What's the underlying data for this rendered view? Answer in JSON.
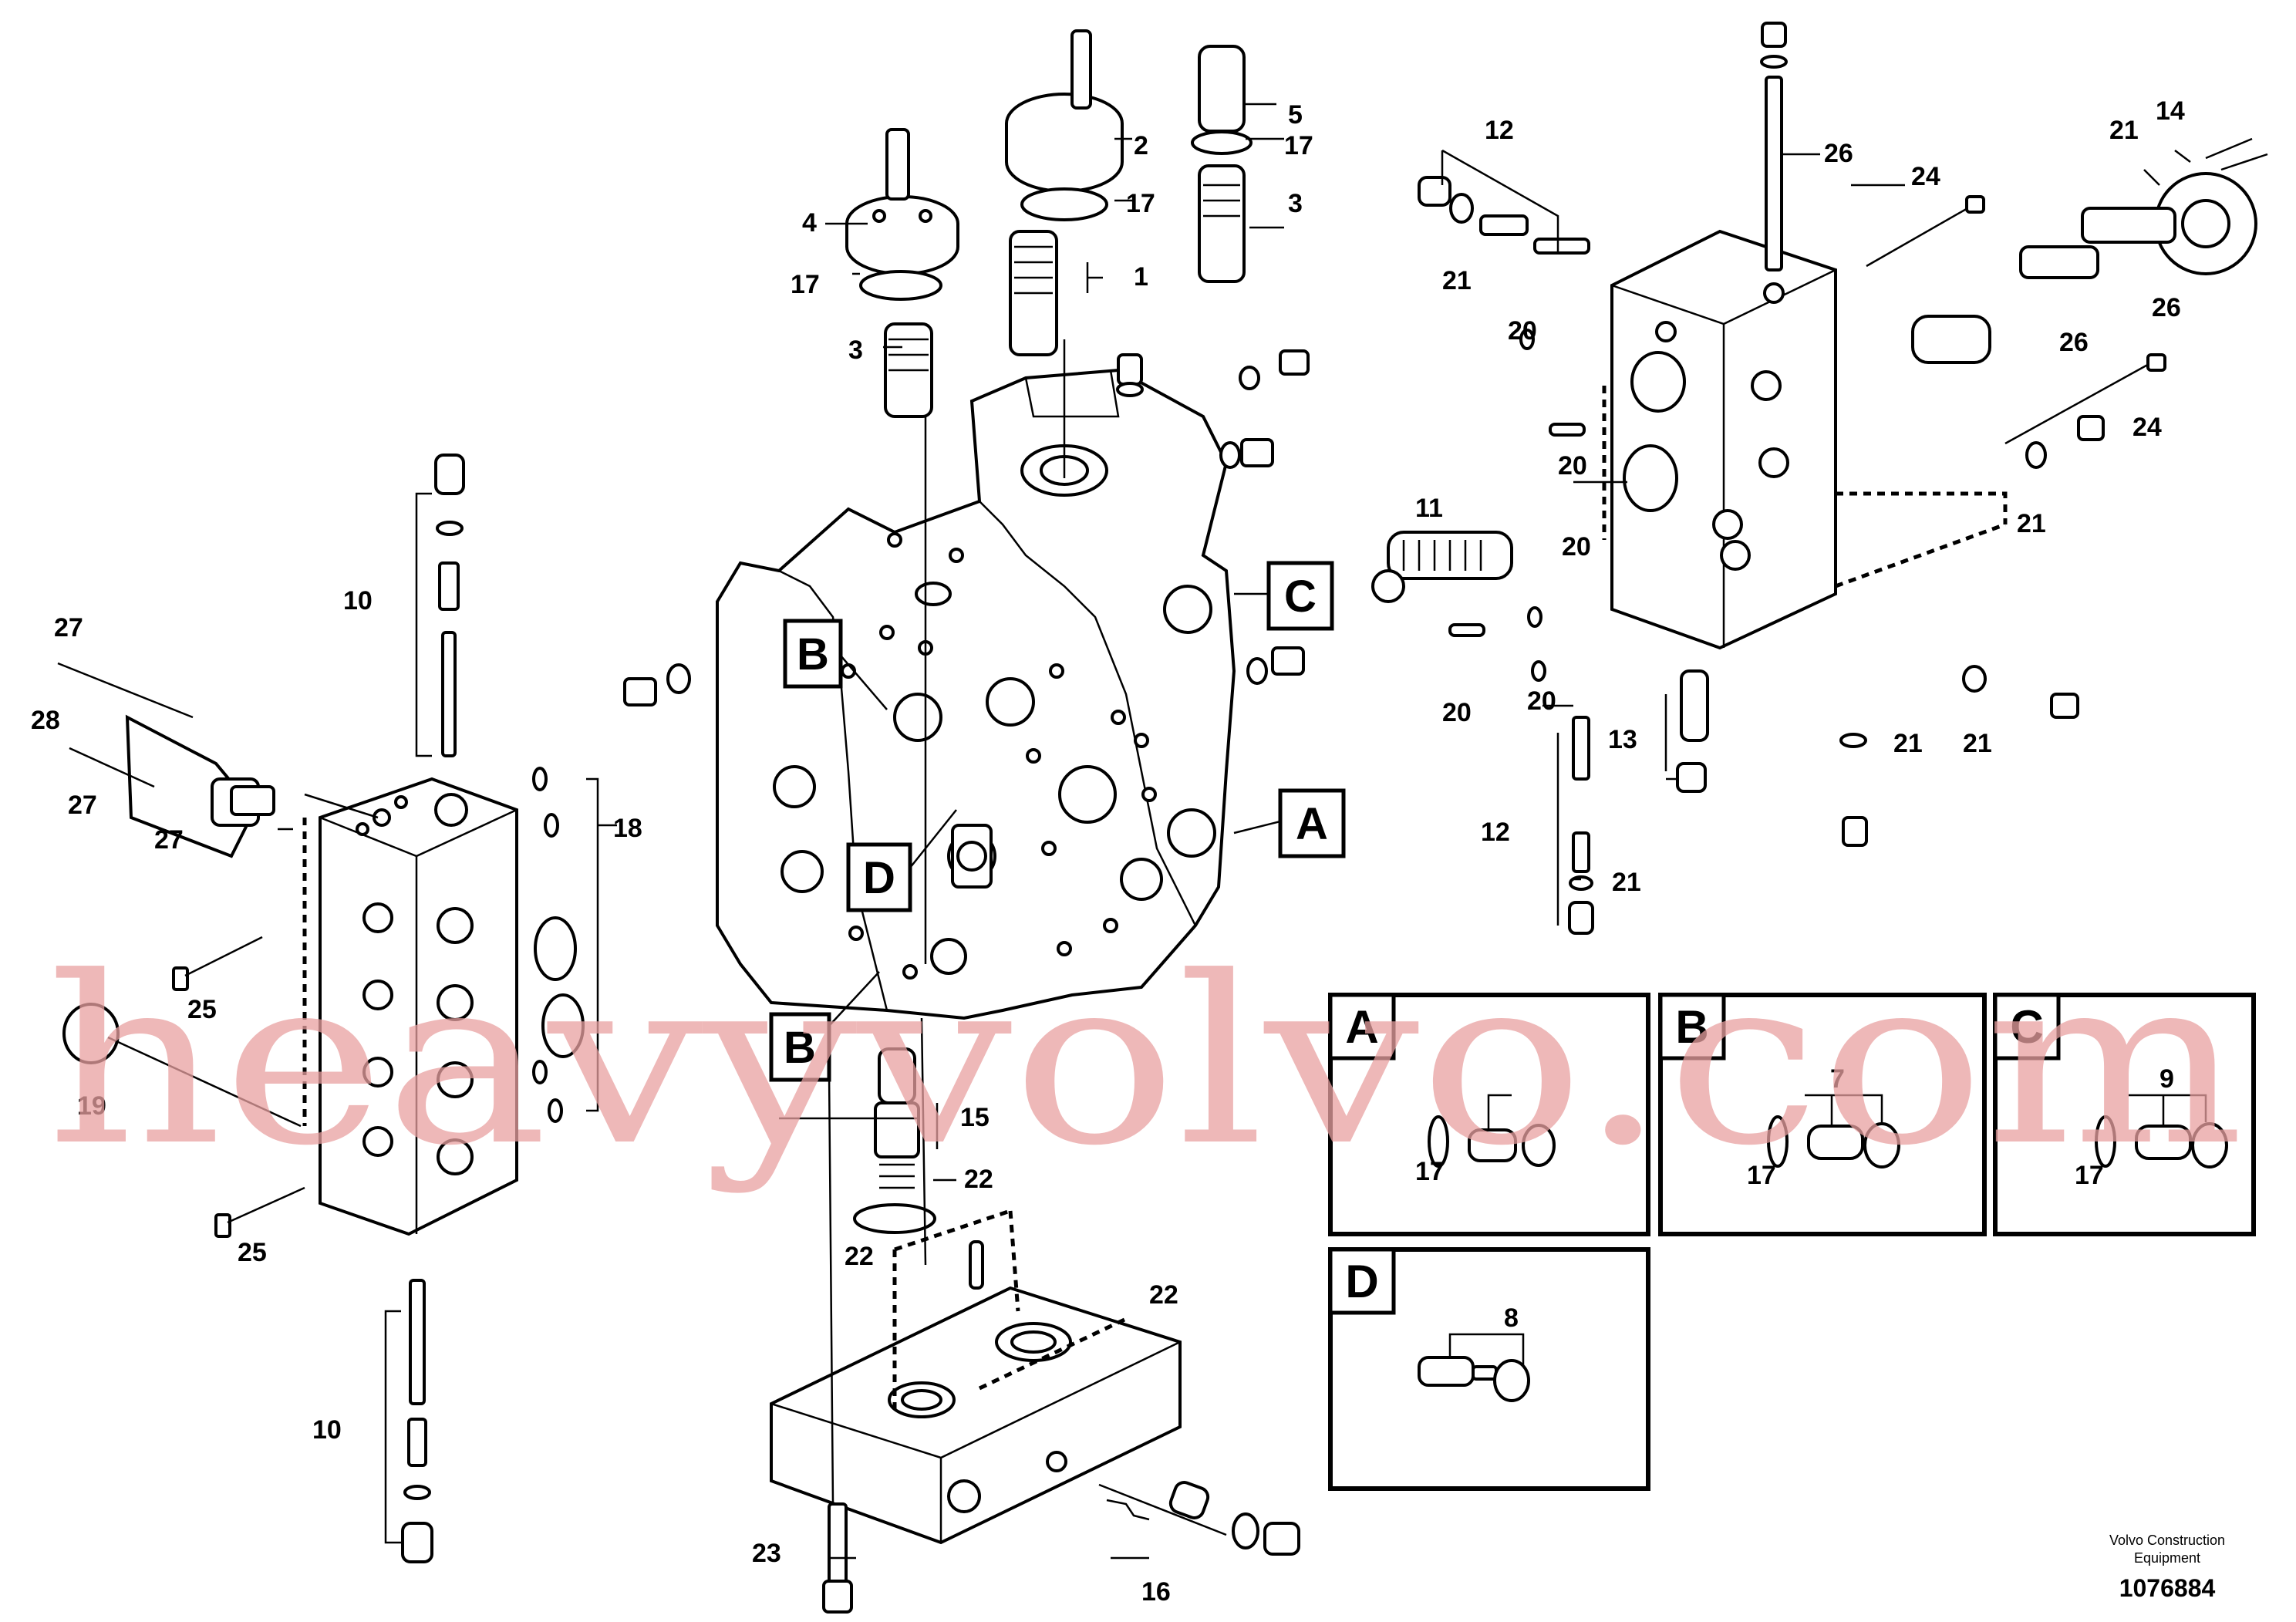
{
  "callouts": {
    "n1": "1",
    "n2": "2",
    "n3a": "3",
    "n3b": "3",
    "n4": "4",
    "n5": "5",
    "n7": "7",
    "n8": "8",
    "n9": "9",
    "n10a": "10",
    "n10b": "10",
    "n11": "11",
    "n12a": "12",
    "n12b": "12",
    "n13": "13",
    "n14": "14",
    "n15": "15",
    "n16": "16",
    "n17a": "17",
    "n17b": "17",
    "n17c": "17",
    "n17d": "17",
    "n17e": "17",
    "n17f": "17",
    "n18": "18",
    "n19": "19",
    "n20a": "20",
    "n20b": "20",
    "n20c": "20",
    "n20d": "20",
    "n20e": "20",
    "n21a": "21",
    "n21b": "21",
    "n21c": "21",
    "n21d": "21",
    "n21e": "21",
    "n21f": "21",
    "n22a": "22",
    "n22b": "22",
    "n22c": "22",
    "n23": "23",
    "n24a": "24",
    "n24b": "24",
    "n25a": "25",
    "n25b": "25",
    "n26a": "26",
    "n26b": "26",
    "n26c": "26",
    "n27a": "27",
    "n27b": "27",
    "n27c": "27",
    "n28": "28"
  },
  "view_boxes": {
    "a": "A",
    "b1": "B",
    "b2": "B",
    "c": "C",
    "d": "D"
  },
  "insets": {
    "a": {
      "letter": "A"
    },
    "b": {
      "letter": "B"
    },
    "c": {
      "letter": "C"
    },
    "d": {
      "letter": "D"
    }
  },
  "credit": {
    "line1": "Volvo Construction",
    "line2": "Equipment"
  },
  "doc_number": "1076884",
  "watermark": "heavyvolvo.com",
  "colors": {
    "line": "#000000",
    "watermark": "#e8a0a0",
    "background": "#ffffff"
  }
}
